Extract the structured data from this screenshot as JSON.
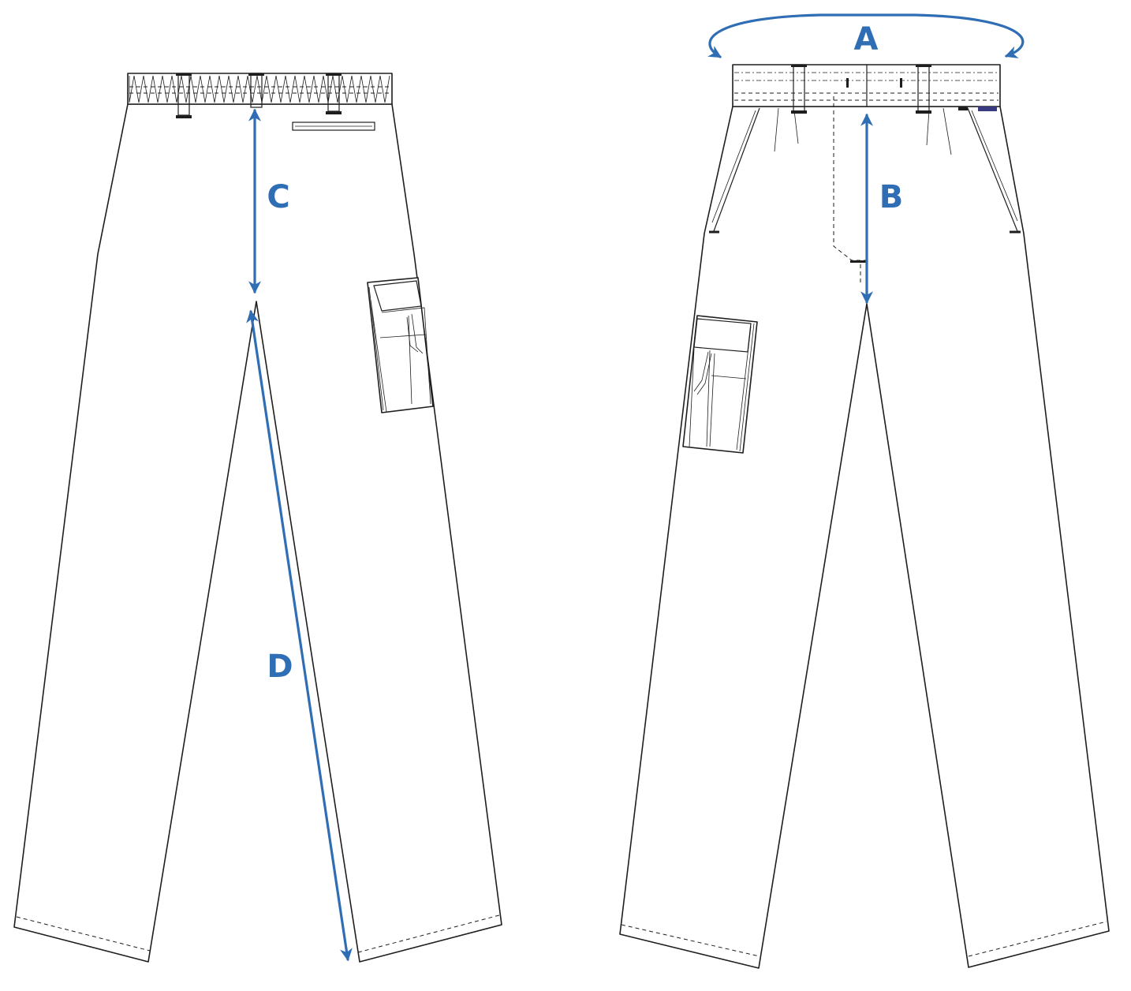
{
  "measurements": {
    "A": {
      "label": "A"
    },
    "B": {
      "label": "B"
    },
    "C": {
      "label": "C"
    },
    "D": {
      "label": "D"
    }
  },
  "colors": {
    "measure": "#2f6db5",
    "outline": "#1e1e1e",
    "background": "#ffffff",
    "tab": "#3a3a80"
  }
}
